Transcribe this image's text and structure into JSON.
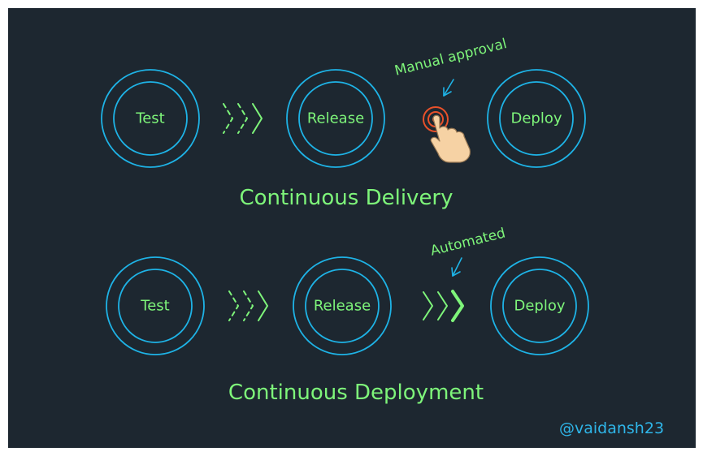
{
  "delivery": {
    "stages": [
      "Test",
      "Release",
      "Deploy"
    ],
    "title": "Continuous Delivery",
    "gate_note": "Manual approval",
    "gate_icon": "hand-tap-icon"
  },
  "deployment": {
    "stages": [
      "Test",
      "Release",
      "Deploy"
    ],
    "title": "Continuous Deployment",
    "gate_note": "Automated",
    "gate_icon": "chevron-arrows-icon"
  },
  "credit": "@vaidansh23",
  "colors": {
    "background": "#1d2730",
    "ring": "#1eb3e6",
    "text": "#7ef57a",
    "credit": "#2fb6e9",
    "tap_ring": "#e8512a",
    "hand": "#f6d2a4"
  }
}
